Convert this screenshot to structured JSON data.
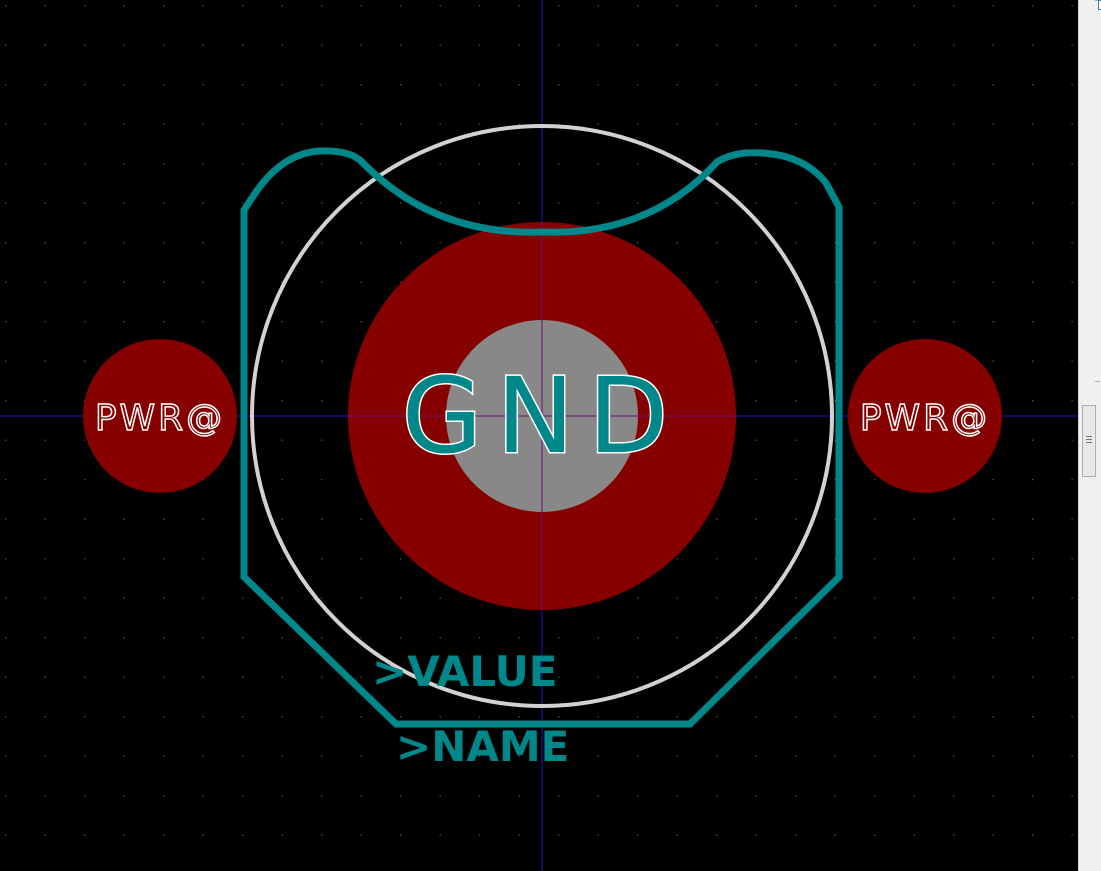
{
  "pads": {
    "center_label": "GND",
    "left_label": "PWR@",
    "right_label": "PWR@"
  },
  "silkscreen": {
    "value_label": ">VALUE",
    "name_label": ">NAME"
  },
  "colors": {
    "background": "#000000",
    "pad_copper": "#870000",
    "drill_hole": "#888888",
    "silkscreen": "#00878a",
    "courtyard_circle": "#d2d2d2",
    "crosshair": "#1a1ad0",
    "grid_dots": "#555555"
  },
  "icons": {
    "scroll_grip": "grip-icon"
  }
}
